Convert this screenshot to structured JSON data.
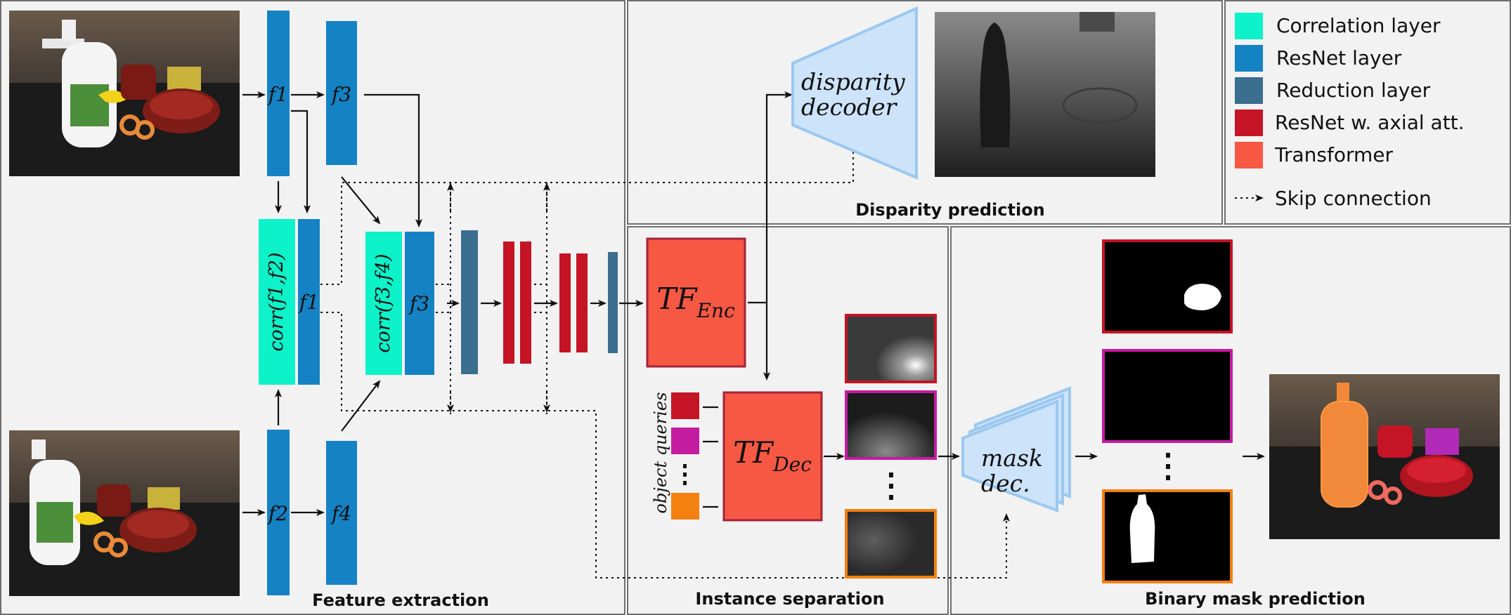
{
  "sections": {
    "feature_extraction": "Feature extraction",
    "disparity_prediction": "Disparity prediction",
    "instance_separation": "Instance separation",
    "binary_mask_prediction": "Binary mask prediction"
  },
  "feature_labels": {
    "f1_top": "f1",
    "f3_top": "f3",
    "f2_bottom": "f2",
    "f4_bottom": "f4",
    "corr12": "corr(f1,f2)",
    "f1_mid": "f1",
    "corr34": "corr(f3,f4)",
    "f3_mid": "f3"
  },
  "transformer": {
    "enc_main": "TF",
    "enc_sub": "Enc",
    "dec_main": "TF",
    "dec_sub": "Dec"
  },
  "decoders": {
    "disparity_line1": "disparity",
    "disparity_line2": "decoder",
    "mask_line1": "mask",
    "mask_line2": "dec."
  },
  "object_queries": "object queries",
  "legend": [
    {
      "label": "Correlation layer",
      "color": "#0df2c9"
    },
    {
      "label": "ResNet layer",
      "color": "#1582c4"
    },
    {
      "label": "Reduction layer",
      "color": "#3b6e8f"
    },
    {
      "label": "ResNet w. axial att.",
      "color": "#c41425"
    },
    {
      "label": "Transformer",
      "color": "#f65844"
    }
  ],
  "legend_skip": "Skip connection",
  "colors": {
    "correlation": "#0df2c9",
    "resnet": "#1582c4",
    "reduction": "#3b6e8f",
    "axial": "#c41425",
    "transformer": "#f65844",
    "decoder_fill": "#cce3fa",
    "decoder_edge": "#9cc8ef",
    "query_red": "#c41425",
    "query_magenta": "#c41ca0",
    "query_orange": "#f4800f"
  }
}
